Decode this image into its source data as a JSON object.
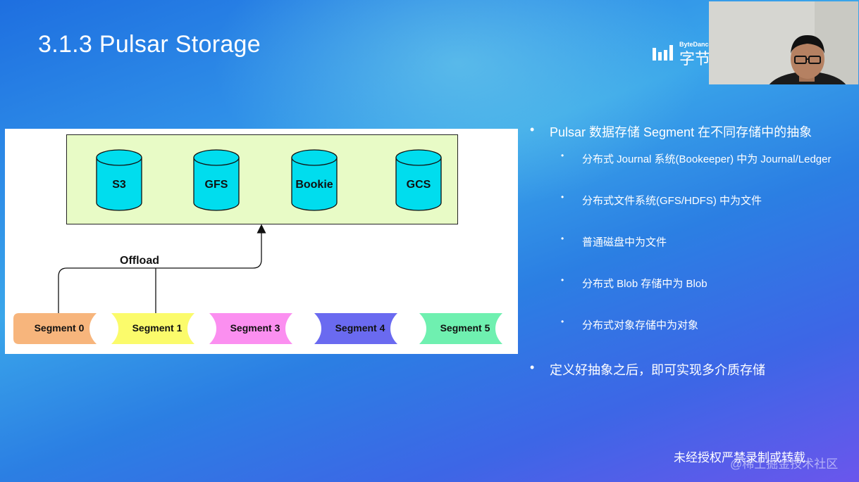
{
  "slide": {
    "title": "3.1.3 Pulsar Storage",
    "logo_small": "ByteDance",
    "logo_big": "字节",
    "footer_text": "未经授权严禁录制或转载",
    "footer_overlay": "@稀土掘金技术社区"
  },
  "diagram": {
    "storages": [
      "S3",
      "GFS",
      "Bookie",
      "GCS"
    ],
    "offload_label": "Offload",
    "segments": [
      {
        "label": "Segment 0",
        "color": "#f7b57c"
      },
      {
        "label": "Segment 1",
        "color": "#fbfb6b"
      },
      {
        "label": "Segment 3",
        "color": "#fb8ff0"
      },
      {
        "label": "Segment 4",
        "color": "#6a6af0"
      },
      {
        "label": "Segment 5",
        "color": "#6ff0b0"
      }
    ],
    "storage_color": "#00ddee",
    "box_color": "#e8fbc6"
  },
  "bullets": {
    "main1": "Pulsar 数据存储 Segment 在不同存储中的抽象",
    "subs": [
      "分布式 Journal 系统(Bookeeper) 中为 Journal/Ledger",
      "分布式文件系统(GFS/HDFS) 中为文件",
      "普通磁盘中为文件",
      "分布式 Blob 存储中为 Blob",
      "分布式对象存储中为对象"
    ],
    "main2": "定义好抽象之后，即可实现多介质存储",
    "dot": "•"
  }
}
